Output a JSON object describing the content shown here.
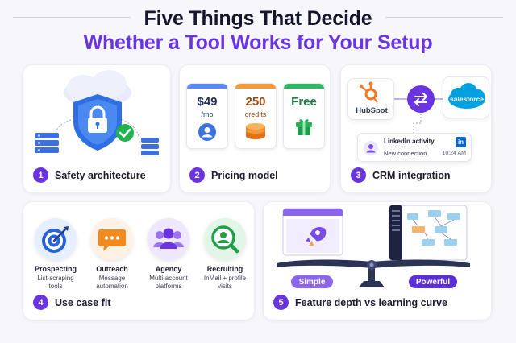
{
  "header": {
    "line1": "Five Things That Decide",
    "line2": "Whether a Tool Works for Your Setup"
  },
  "colors": {
    "accent": "#6a35e0",
    "background": "#f6f6fb",
    "card": "#ffffff",
    "text": "#1d1d2f",
    "hubspot": "#f57722",
    "salesforce": "#00a1e0",
    "linkedin": "#0a66c2",
    "success": "#22b14c"
  },
  "cards": {
    "safety": {
      "number": "1",
      "label": "Safety architecture",
      "icons": [
        "cloud-icon",
        "shield-lock-icon",
        "check-badge-icon",
        "server-icon"
      ]
    },
    "pricing": {
      "number": "2",
      "label": "Pricing model",
      "plans": [
        {
          "main": "$49",
          "sub": "/mo",
          "icon": "user-icon"
        },
        {
          "main": "250",
          "sub": "credits",
          "icon": "coin-stack-icon"
        },
        {
          "main": "Free",
          "sub": "",
          "icon": "gift-icon"
        }
      ]
    },
    "crm": {
      "number": "3",
      "label": "CRM integration",
      "hubspot": "HubSpot",
      "salesforce": "salesforce",
      "activity_title": "LinkedIn activity",
      "activity_sub": "New connection",
      "activity_time": "10:24 AM",
      "linkedin_mark": "in"
    },
    "usecase": {
      "number": "4",
      "label": "Use case fit",
      "items": [
        {
          "title": "Prospecting",
          "desc": "List-scraping tools",
          "icon": "target-icon"
        },
        {
          "title": "Outreach",
          "desc": "Message automation",
          "icon": "chat-bubble-icon"
        },
        {
          "title": "Agency",
          "desc": "Multi-account platforms",
          "icon": "team-icon"
        },
        {
          "title": "Recruiting",
          "desc": "InMail + profile visits",
          "icon": "profile-search-icon"
        }
      ]
    },
    "depth": {
      "number": "5",
      "label": "Feature depth vs learning curve",
      "left": "Simple",
      "right": "Powerful",
      "icons": [
        "rocket-icon",
        "scale-icon",
        "dashboard-icon"
      ]
    }
  }
}
